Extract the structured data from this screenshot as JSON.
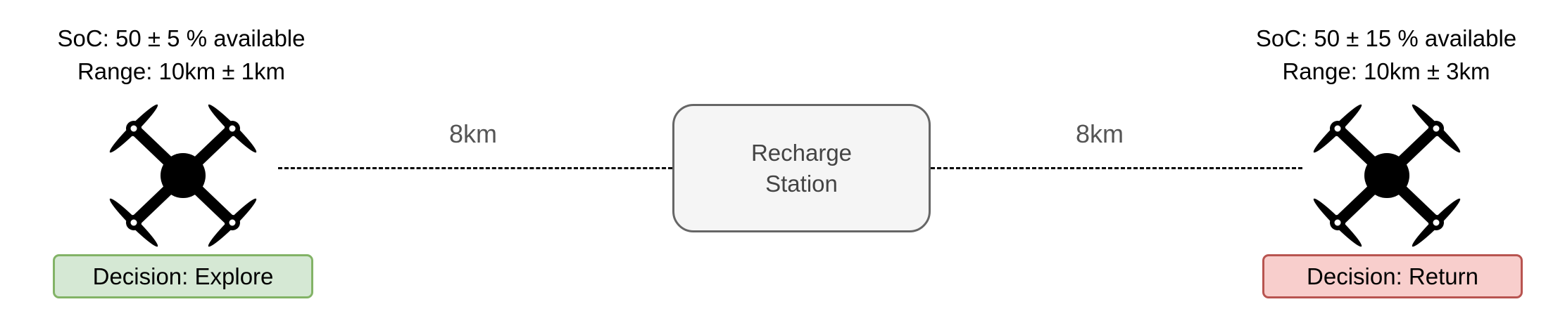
{
  "left_drone": {
    "soc_text": "SoC: 50 ± 5 % available",
    "range_text": "Range: 10km ± 1km",
    "decision_text": "Decision: Explore",
    "icon": "drone-icon"
  },
  "right_drone": {
    "soc_text": "SoC: 50 ± 15 % available",
    "range_text": "Range: 10km ± 3km",
    "decision_text": "Decision: Return",
    "icon": "drone-icon"
  },
  "station": {
    "line1": "Recharge",
    "line2": "Station"
  },
  "left_distance": "8km",
  "right_distance": "8km",
  "colors": {
    "explore_fill": "#d5e8d4",
    "explore_border": "#82b366",
    "return_fill": "#f8cecc",
    "return_border": "#b85450",
    "station_fill": "#f5f5f5",
    "station_border": "#666666"
  }
}
